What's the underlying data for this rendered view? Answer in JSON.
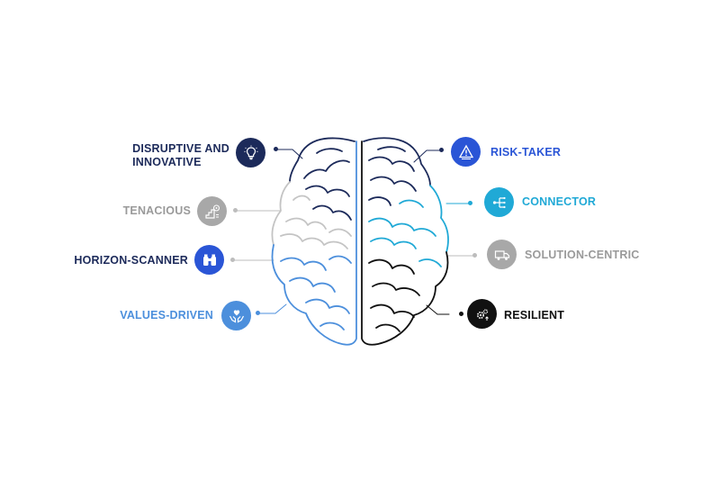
{
  "colors": {
    "navy": "#1c2a5a",
    "gray": "#9a9a9a",
    "blue": "#2a55d6",
    "cyan": "#20a9d6",
    "light_blue": "#4c8fdc",
    "black": "#111111"
  },
  "traits": {
    "disruptive": {
      "line1": "DISRUPTIVE AND",
      "line2": "INNOVATIVE",
      "icon": "lightbulb-icon"
    },
    "tenacious": {
      "label": "TENACIOUS",
      "icon": "stairs-target-icon"
    },
    "horizon": {
      "label": "HORIZON-SCANNER",
      "icon": "binoculars-icon"
    },
    "values": {
      "label": "VALUES-DRIVEN",
      "icon": "hands-heart-icon"
    },
    "risk": {
      "label": "RISK-TAKER",
      "icon": "warning-icon"
    },
    "connector": {
      "label": "CONNECTOR",
      "icon": "network-icon"
    },
    "solution": {
      "label": "SOLUTION-CENTRIC",
      "icon": "truck-icon"
    },
    "resilient": {
      "label": "RESILIENT",
      "icon": "gears-icon"
    }
  }
}
